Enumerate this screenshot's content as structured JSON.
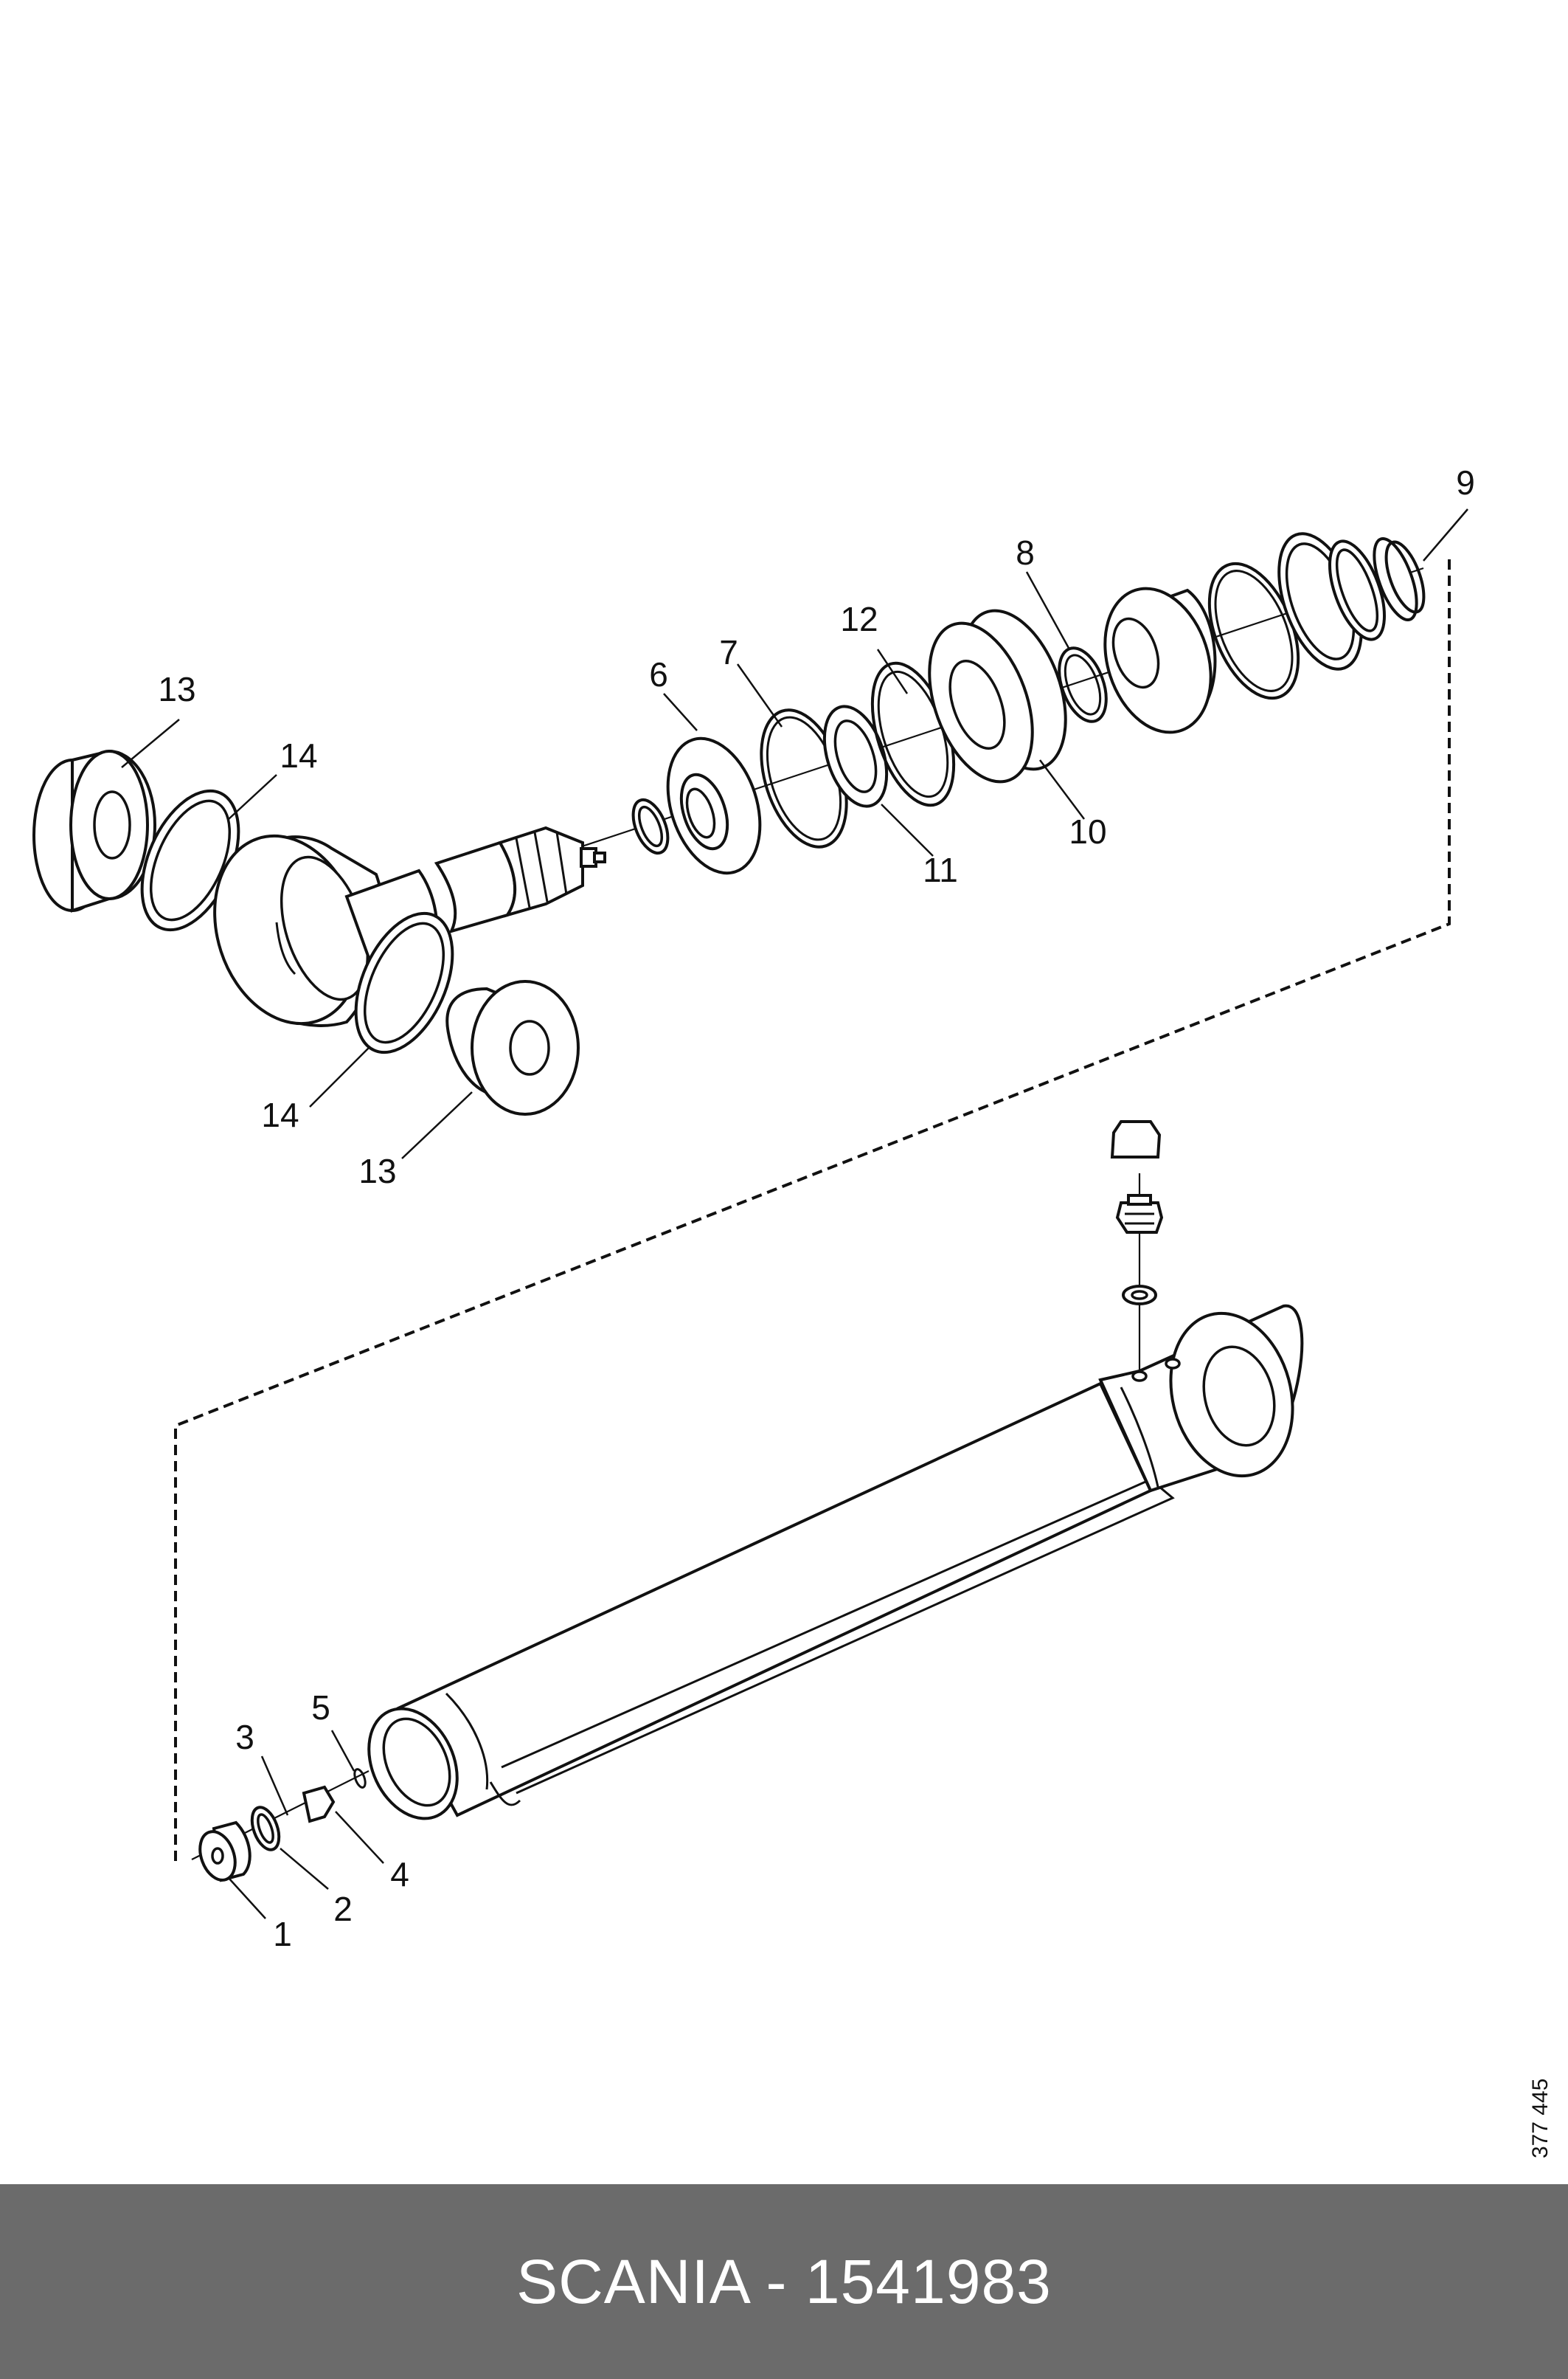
{
  "labels": {
    "l1": "1",
    "l2": "2",
    "l3": "3",
    "l4": "4",
    "l5": "5",
    "l6": "6",
    "l7": "7",
    "l8": "8",
    "l9": "9",
    "l10": "10",
    "l11": "11",
    "l12": "12",
    "l13a": "13",
    "l13b": "13",
    "l14a": "14",
    "l14b": "14"
  },
  "drawing_number": "377 445",
  "footer": {
    "title": "SCANIA - 1541983"
  },
  "colors": {
    "footer_bg": "#6b6b6b",
    "footer_text": "#ffffff",
    "line": "#111111"
  }
}
